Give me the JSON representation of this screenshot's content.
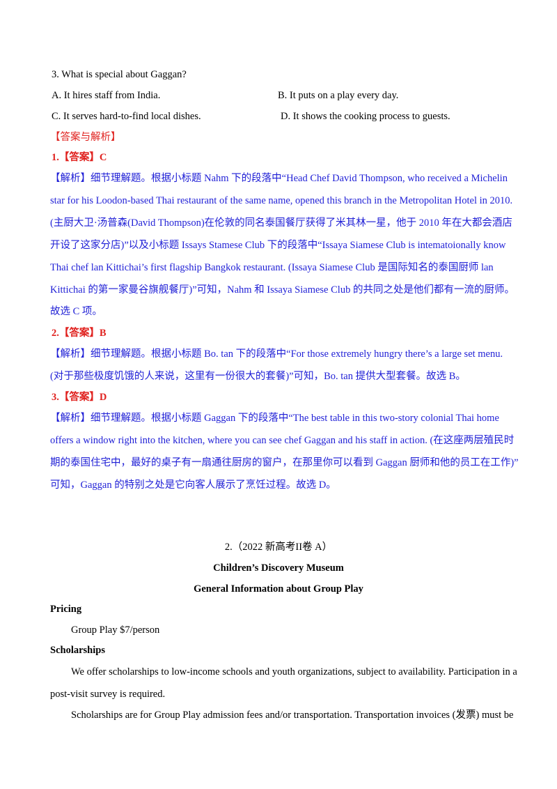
{
  "q3": {
    "stem": "3.  What is special about Gaggan?",
    "a": "A.  It hires staff from India.",
    "b": "B.  It puts on a play every day.",
    "c": "C.  It serves hard-to-find local dishes.",
    "d": "D.  It shows the cooking process to guests."
  },
  "answers_header": "【答案与解析】",
  "ans1": {
    "num": "1.",
    "tag": "【答案】",
    "letter": "C",
    "lines": [
      "【解析】细节理解题。根据小标题 Nahm 下的段落中“Head Chef David Thompson, who received a Michelin",
      "star for his Loodon-based Thai restaurant of the same name, opened this branch in the Metropolitan Hotel in 2010.",
      "(主厨大卫·汤普森(David Thompson)在伦敦的同名泰国餐厅获得了米其林一星，他于 2010 年在大都会酒店",
      "开设了这家分店)”以及小标题 Issays Stamese Club 下的段落中“Issaya Siamese Club is intematoionally know",
      "Thai chef lan Kittichai’s first flagship Bangkok restaurant. (Issaya Siamese Club 是国际知名的泰国厨师 lan",
      "Kittichai 的第一家曼谷旗舰餐厅)”可知，Nahm 和 Issaya Siamese Club 的共同之处是他们都有一流的厨师。",
      "故选 C 项。"
    ]
  },
  "ans2": {
    "num": "2.",
    "tag": "【答案】",
    "letter": "B",
    "lines": [
      "【解析】细节理解题。根据小标题 Bo. tan 下的段落中“For those extremely hungry there’s a large set menu.",
      "(对于那些极度饥饿的人来说，这里有一份很大的套餐)”可知，Bo. tan 提供大型套餐。故选 B。"
    ]
  },
  "ans3": {
    "num": "3.",
    "tag": "【答案】",
    "letter": "D",
    "lines": [
      "【解析】细节理解题。根据小标题 Gaggan 下的段落中“The best table in this two-story colonial Thai home",
      "offers a window right into the kitchen, where you can see chef Gaggan and his staff in action. (在这座两层殖民时",
      "期的泰国住宅中，最好的桌子有一扇通往厨房的窗户，在那里你可以看到 Gaggan 厨师和他的员工在工作)”",
      "可知，Gaggan 的特别之处是它向客人展示了烹饪过程。故选 D。"
    ]
  },
  "passage2": {
    "source": "2.（2022 新高考II卷 A）",
    "title": "Children’s Discovery Museum",
    "subtitle": "General Information about Group Play",
    "pricing_heading": "Pricing",
    "pricing_text": "Group Play $7/person",
    "scholarships_heading": "Scholarships",
    "scholarships_p1_l1": "We offer scholarships to low-income schools and youth organizations, subject to availability. Participation in a",
    "scholarships_p1_l2": "post-visit survey is required.",
    "scholarships_p2_l1": "Scholarships are for Group Play admission fees and/or transportation. Transportation invoices (发票) must be"
  }
}
